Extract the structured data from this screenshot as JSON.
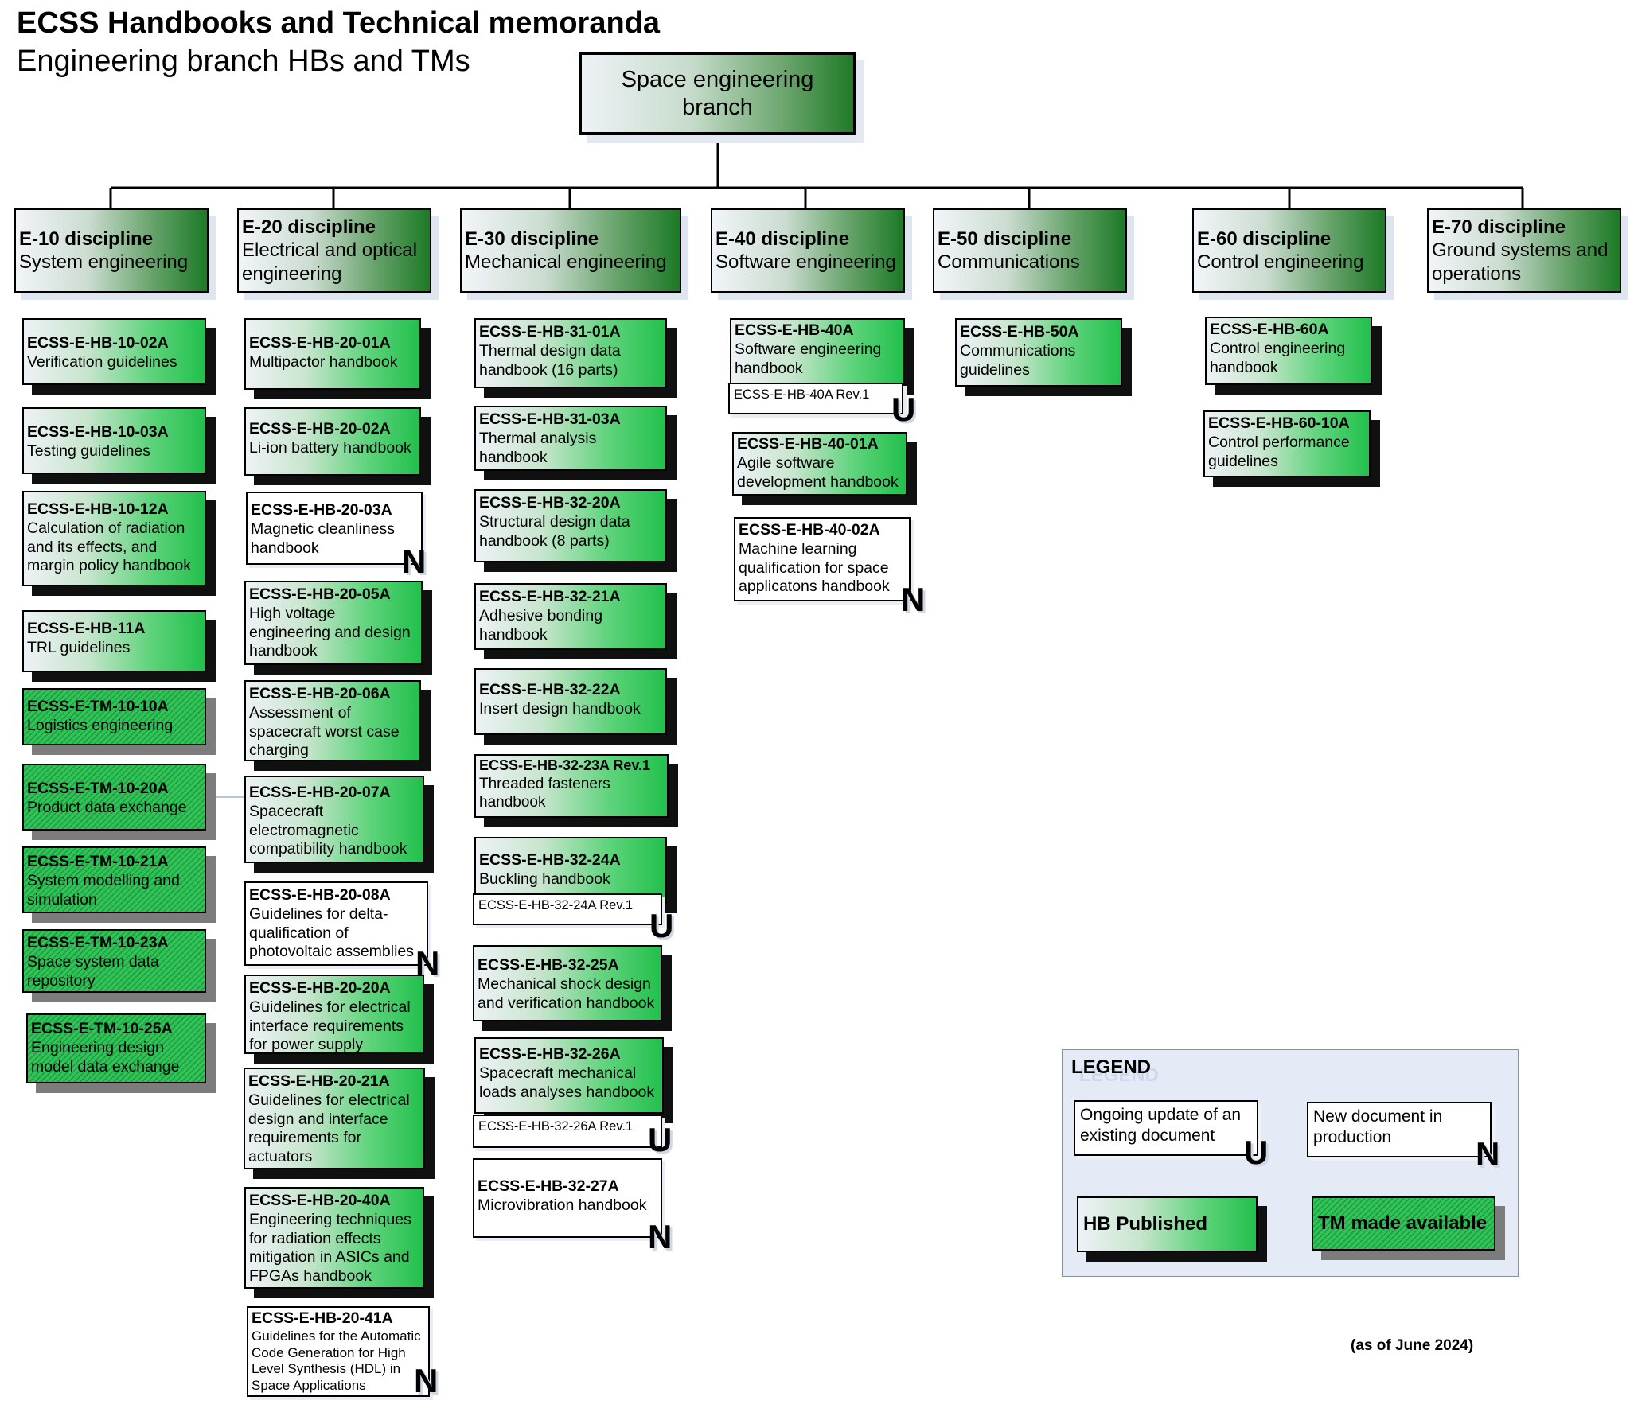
{
  "header": {
    "title": "ECSS Handbooks and Technical memoranda",
    "subtitle": "Engineering branch HBs and TMs"
  },
  "root": {
    "line1": "Space engineering",
    "line2": "branch"
  },
  "disciplines": [
    {
      "code": "E-10 discipline",
      "line1": "System engineering",
      "line2": ""
    },
    {
      "code": "E-20 discipline",
      "line1": "Electrical and optical",
      "line2": "engineering"
    },
    {
      "code": "E-30 discipline",
      "line1": "Mechanical engineering",
      "line2": ""
    },
    {
      "code": "E-40 discipline",
      "line1": "Software engineering",
      "line2": ""
    },
    {
      "code": "E-50 discipline",
      "line1": "Communications",
      "line2": ""
    },
    {
      "code": "E-60 discipline",
      "line1": "Control engineering",
      "line2": ""
    },
    {
      "code": "E-70 discipline",
      "line1": "Ground systems and",
      "line2": "operations"
    }
  ],
  "docs": {
    "e10": [
      {
        "code": "ECSS-E-HB-10-02A",
        "title": "Verification guidelines"
      },
      {
        "code": "ECSS-E-HB-10-03A",
        "title": "Testing guidelines"
      },
      {
        "code": "ECSS-E-HB-10-12A",
        "title": "Calculation of radiation and its effects, and margin policy handbook"
      },
      {
        "code": "ECSS-E-HB-11A",
        "title": "TRL guidelines"
      },
      {
        "code": "ECSS-E-TM-10-10A",
        "title": "Logistics engineering"
      },
      {
        "code": "ECSS-E-TM-10-20A",
        "title": "Product data exchange"
      },
      {
        "code": "ECSS-E-TM-10-21A",
        "title": "System modelling and simulation"
      },
      {
        "code": "ECSS-E-TM-10-23A",
        "title": "Space system data repository"
      },
      {
        "code": "ECSS-E-TM-10-25A",
        "title": "Engineering design model data exchange"
      }
    ],
    "e20": [
      {
        "code": "ECSS-E-HB-20-01A",
        "title": "Multipactor handbook"
      },
      {
        "code": "ECSS-E-HB-20-02A",
        "title": "Li-ion battery handbook"
      },
      {
        "code": "ECSS-E-HB-20-03A",
        "title": "Magnetic cleanliness handbook"
      },
      {
        "code": "ECSS-E-HB-20-05A",
        "title": "High voltage engineering and design handbook"
      },
      {
        "code": "ECSS-E-HB-20-06A",
        "title": "Assessment of spacecraft worst case charging"
      },
      {
        "code": "ECSS-E-HB-20-07A",
        "title": "Spacecraft electromagnetic compatibility handbook"
      },
      {
        "code": "ECSS-E-HB-20-08A",
        "title": "Guidelines for delta-qualification of photovoltaic assemblies"
      },
      {
        "code": "ECSS-E-HB-20-20A",
        "title": "Guidelines for electrical interface requirements for power supply"
      },
      {
        "code": "ECSS-E-HB-20-21A",
        "title": "Guidelines for electrical design and interface requirements for actuators"
      },
      {
        "code": "ECSS-E-HB-20-40A",
        "title": "Engineering techniques for radiation effects mitigation in ASICs and FPGAs handbook"
      },
      {
        "code": "ECSS-E-HB-20-41A",
        "title": "Guidelines for the Automatic Code Generation for High Level Synthesis (HDL) in Space Applications"
      }
    ],
    "e30": [
      {
        "code": "ECSS-E-HB-31-01A",
        "title": "Thermal design data handbook  (16 parts)"
      },
      {
        "code": "ECSS-E-HB-31-03A",
        "title": "Thermal analysis handbook"
      },
      {
        "code": "ECSS-E-HB-32-20A",
        "title": "Structural design data handbook (8 parts)"
      },
      {
        "code": "ECSS-E-HB-32-21A",
        "title": "Adhesive bonding handbook"
      },
      {
        "code": "ECSS-E-HB-32-22A",
        "title": "Insert design handbook"
      },
      {
        "code": "ECSS-E-HB-32-23A Rev.1",
        "title": "Threaded fasteners handbook"
      },
      {
        "code": "ECSS-E-HB-32-24A",
        "title": "Buckling handbook"
      },
      {
        "code": "ECSS-E-HB-32-25A",
        "title": "Mechanical shock design and verification handbook"
      },
      {
        "code": "ECSS-E-HB-32-26A",
        "title": "Spacecraft mechanical loads analyses handbook"
      },
      {
        "code": "ECSS-E-HB-32-27A",
        "title": "Microvibration handbook"
      }
    ],
    "e30_revs": [
      "ECSS-E-HB-32-24A Rev.1",
      "ECSS-E-HB-32-26A Rev.1"
    ],
    "e40": [
      {
        "code": "ECSS-E-HB-40A",
        "title": "Software engineering handbook"
      },
      {
        "code": "ECSS-E-HB-40-01A",
        "title": "Agile software development handbook"
      },
      {
        "code": "ECSS-E-HB-40-02A",
        "title": "Machine learning qualification for space applicatons handbook"
      }
    ],
    "e40_rev": "ECSS-E-HB-40A Rev.1",
    "e50": [
      {
        "code": "ECSS-E-HB-50A",
        "title": "Communications guidelines"
      }
    ],
    "e60": [
      {
        "code": "ECSS-E-HB-60A",
        "title": "Control engineering handbook"
      },
      {
        "code": "ECSS-E-HB-60-10A",
        "title": "Control performance guidelines"
      }
    ]
  },
  "badges": {
    "update": "U",
    "new": "N"
  },
  "legend": {
    "title": "LEGEND",
    "update_label": "Ongoing update of an existing document",
    "new_label": "New document in production",
    "hb_label": "HB Published",
    "tm_label": "TM made available"
  },
  "footer": {
    "as_of": "(as of June 2024)"
  },
  "colors": {
    "published_green": "#22c04c",
    "tm_green": "#2ec456",
    "header_dark_green": "#1c7a26",
    "legend_bg": "#e5ebf6"
  }
}
